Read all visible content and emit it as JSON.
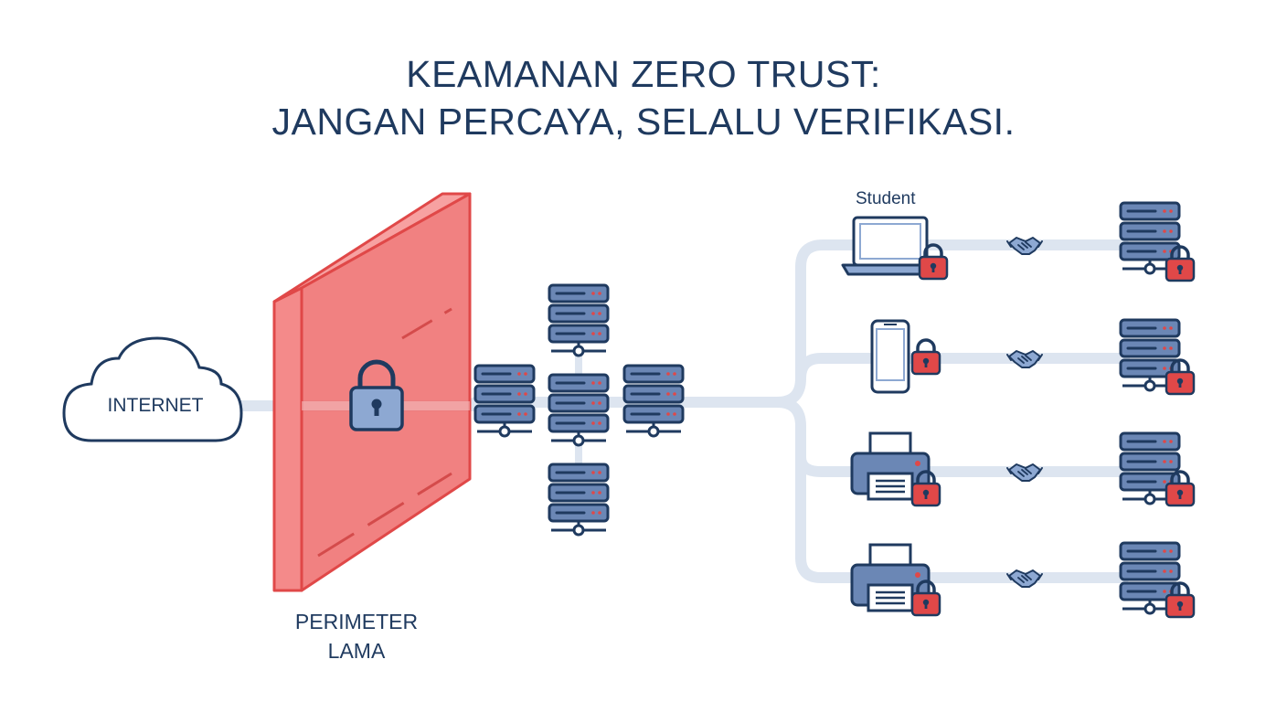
{
  "title": {
    "line1": "KEAMANAN ZERO TRUST:",
    "line2": "JANGAN PERCAYA, SELALU VERIFIKASI."
  },
  "labels": {
    "internet": "INTERNET",
    "perimeter_line1": "PERIMETER",
    "perimeter_line2": "LAMA",
    "student": "Student"
  },
  "colors": {
    "navy": "#1f3a5f",
    "server_fill": "#6b87b5",
    "wall": "#ef6b6b",
    "lock_red": "#e04848",
    "lock_blue": "#8da8d2",
    "line_light": "#dde5f0"
  },
  "icons": {
    "internet": "cloud-icon",
    "wall_lock": "padlock-icon",
    "devices": [
      "laptop-icon",
      "smartphone-icon",
      "printer-icon",
      "printer-icon"
    ],
    "device_lock": "padlock-icon",
    "handshake": "handshake-icon",
    "server": "server-icon"
  }
}
